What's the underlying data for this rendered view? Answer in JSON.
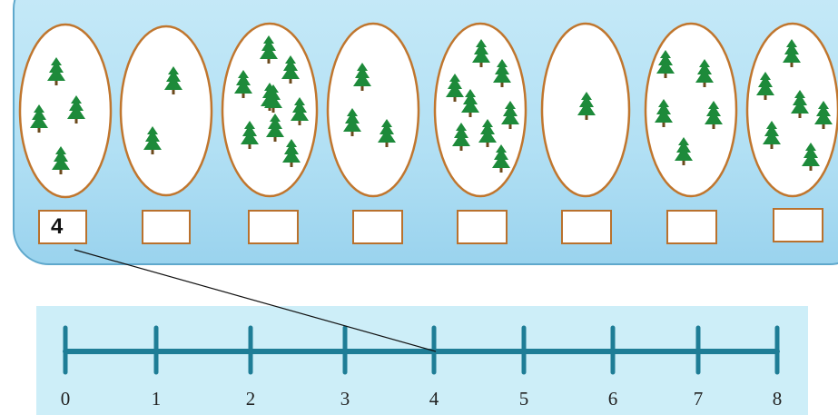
{
  "groups": [
    {
      "tree_count": 4,
      "answer": "4"
    },
    {
      "tree_count": 2,
      "answer": ""
    },
    {
      "tree_count": 9,
      "answer": ""
    },
    {
      "tree_count": 3,
      "answer": ""
    },
    {
      "tree_count": 8,
      "answer": ""
    },
    {
      "tree_count": 1,
      "answer": ""
    },
    {
      "tree_count": 5,
      "answer": ""
    },
    {
      "tree_count": 6,
      "answer": ""
    }
  ],
  "number_line": {
    "labels": [
      "0",
      "1",
      "2",
      "3",
      "4",
      "5",
      "6",
      "7",
      "8"
    ]
  },
  "connector": {
    "from_group": 0,
    "to_value": 4
  },
  "colors": {
    "panel": "#b2e0f4",
    "oval_border": "#c0762e",
    "tree": "#1d8a3a",
    "line": "#1e7d96",
    "number_line_bg": "#cdeef8"
  }
}
